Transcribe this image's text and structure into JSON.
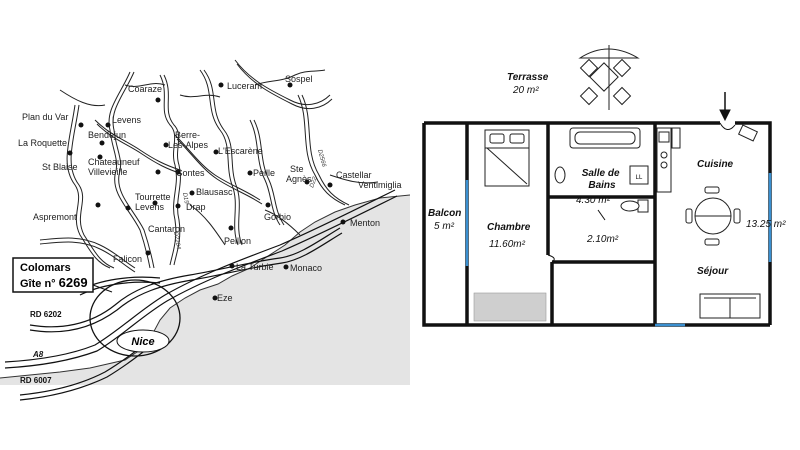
{
  "map": {
    "towns": [
      {
        "name": "Plan du Var"
      },
      {
        "name": "La Roquette"
      },
      {
        "name": "St Blaise"
      },
      {
        "name": "Aspremont"
      },
      {
        "name": "Falicon"
      },
      {
        "name": "Coaraze"
      },
      {
        "name": "Levens"
      },
      {
        "name": "Bendejun"
      },
      {
        "name": "Chateauneuf Villevieille"
      },
      {
        "name": "Contes"
      },
      {
        "name": "Tourrette Levens"
      },
      {
        "name": "Cantaron"
      },
      {
        "name": "Drap"
      },
      {
        "name": "Berre-Les-Alpes"
      },
      {
        "name": "L'Escarène"
      },
      {
        "name": "Blausasc"
      },
      {
        "name": "Luceram"
      },
      {
        "name": "Sospel"
      },
      {
        "name": "Peille"
      },
      {
        "name": "Ste Agnès"
      },
      {
        "name": "Castellar"
      },
      {
        "name": "Ventimiglia"
      },
      {
        "name": "Gorbio"
      },
      {
        "name": "Menton"
      },
      {
        "name": "Peillon"
      },
      {
        "name": "La Turbie"
      },
      {
        "name": "Monaco"
      },
      {
        "name": "Eze"
      }
    ],
    "city": "Nice",
    "marker_line1": "Colomars",
    "marker_line2_prefix": "Gîte n°",
    "marker_line2_number": "6269",
    "roads": {
      "rd6202": "RD 6202",
      "a8": "A8",
      "rd6007": "RD 6007",
      "d15": "D15",
      "d2566": "D2566",
      "d22": "D22",
      "d2204": "D2204"
    }
  },
  "plan": {
    "terrasse": {
      "name": "Terrasse",
      "area": "20 m²"
    },
    "balcon": {
      "name": "Balcon",
      "area": "5 m²"
    },
    "chambre": {
      "name": "Chambre",
      "area": "11.60m²"
    },
    "salle_de_bains": {
      "name_line1": "Salle de",
      "name_line2": "Bains",
      "area": "4.30 m²",
      "washer": "LL"
    },
    "couloir": {
      "area": "2.10m²"
    },
    "cuisine": {
      "name": "Cuisine",
      "area": "13.25 m²"
    },
    "sejour": {
      "name": "Séjour"
    }
  }
}
